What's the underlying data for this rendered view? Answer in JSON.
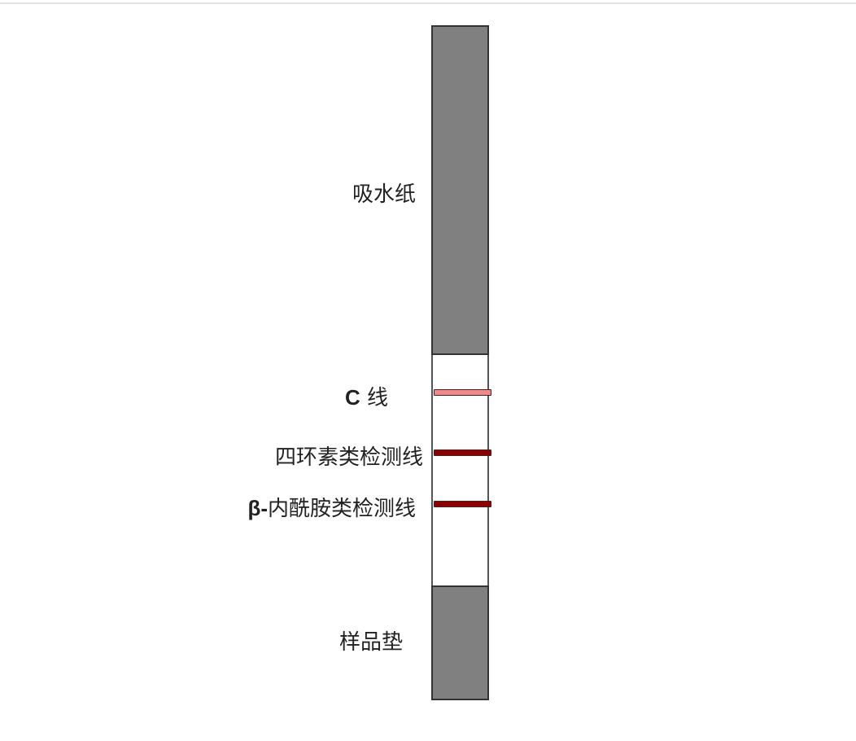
{
  "diagram": {
    "title": "",
    "strip": {
      "segments": [
        {
          "name": "absorbent-pad",
          "label": "吸水纸",
          "color": "#808080"
        },
        {
          "name": "membrane",
          "label": "",
          "color": "#ffffff"
        },
        {
          "name": "sample-pad",
          "label": "样品垫",
          "color": "#808080"
        }
      ],
      "lines": [
        {
          "name": "control-line",
          "prefix": "C",
          "label": "线",
          "color": "#f08a8a"
        },
        {
          "name": "tetracycline-test-line",
          "prefix": "",
          "label": "四环素类检测线",
          "color": "#8b0000"
        },
        {
          "name": "beta-lactam-test-line",
          "prefix": "β-",
          "label": "内酰胺类检测线",
          "color": "#8b0000"
        }
      ]
    }
  }
}
